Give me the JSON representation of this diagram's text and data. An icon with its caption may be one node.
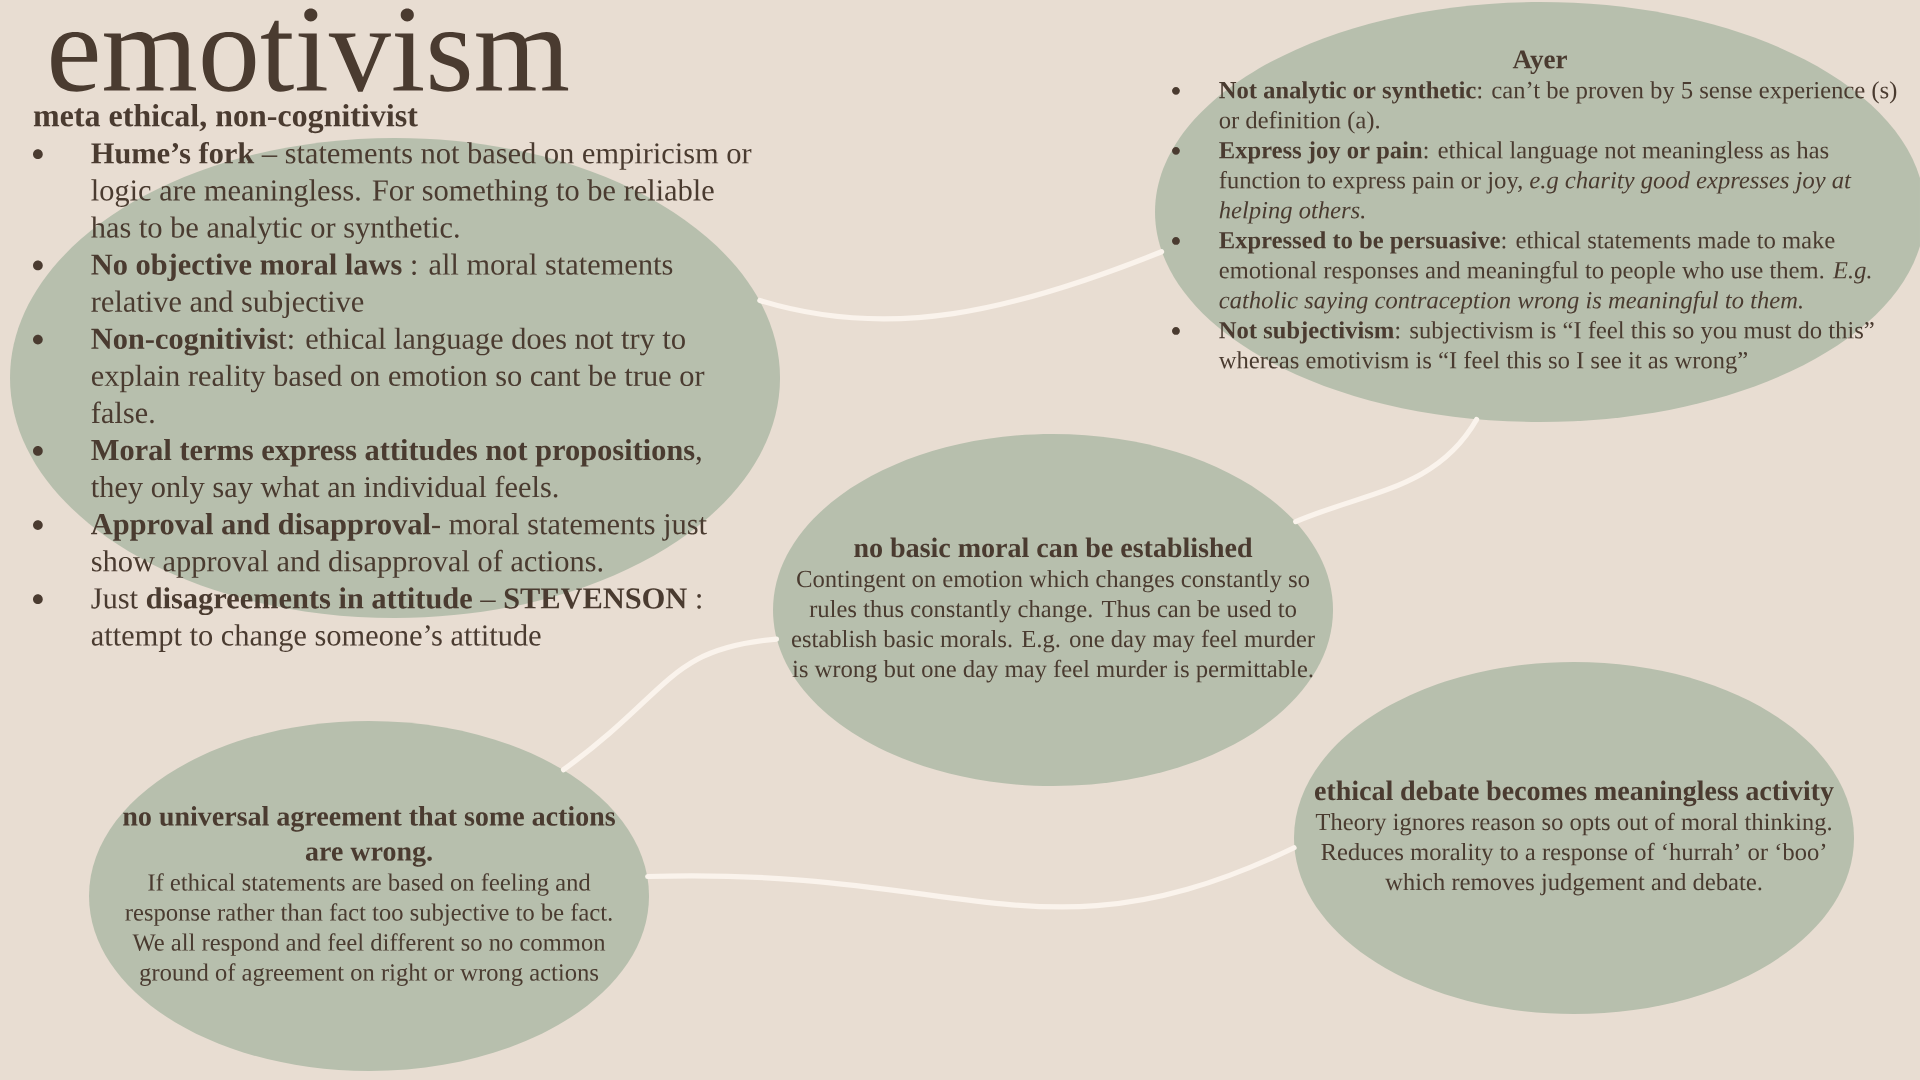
{
  "diagram": {
    "title": "emotivism",
    "nodes": [
      {
        "text": [
          "meta ethical, non-cognitivist",
          "**Hume’s fork** – statements not based on empiricism or logic are meaningless. For something to be reliable has to be analytic or synthetic.",
          "**No objective moral laws** : all moral statements relative and subjective",
          "**Non-cognitivis**t: ethical language does not try to explain reality based on emotion so cant be true or false.",
          "**Moral terms express attitudes not propositions**, they only say what an individual feels.",
          "**Approval and disapproval**- moral statements just show approval and disapproval of actions.",
          "Just **disagreements in attitude** – **STEVENSON** : attempt to change someone’s attitude"
        ]
      },
      {
        "text": [
          "Ayer",
          "**Not analytic or synthetic**: can’t be proven by 5 sense experience (s) or definition (a).",
          "**Express joy or pain**: ethical language not meaningless as has function to express pain or joy, *e.g charity good expresses joy at helping others.*",
          "**Expressed to be persuasive**: ethical statements made to make emotional responses and meaningful to people who use them. *E.g. catholic saying contraception wrong is meaningful to them.*",
          "**Not subjectivism**: subjectivism is “I feel this so you must do this” whereas emotivism is “I feel this so I see it as wrong”"
        ]
      },
      {
        "text": [
          "no basic moral can be established",
          "Contingent on emotion which changes constantly so rules thus constantly change. Thus can be used to establish basic morals. E.g. one day may feel murder is wrong but one day may feel murder is permittable."
        ]
      },
      {
        "text": [
          "no universal agreement that some actions are wrong.",
          "If ethical statements are based on feeling and response rather than fact too subjective to be fact. We all respond and feel different so no common ground of agreement on right or wrong actions"
        ]
      },
      {
        "text": [
          "ethical debate becomes meaningless activity",
          "Theory ignores reason so opts out of moral thinking. Reduces morality to a response of ‘hurrah’ or ‘boo’ which removes judgement and debate."
        ]
      }
    ],
    "edges": [
      {
        "from": 0,
        "to": 1,
        "arrow": "none"
      },
      {
        "from": 1,
        "to": 2,
        "arrow": "none"
      },
      {
        "from": 2,
        "to": 3,
        "arrow": "none"
      },
      {
        "from": 3,
        "to": 4,
        "arrow": "none"
      }
    ]
  }
}
